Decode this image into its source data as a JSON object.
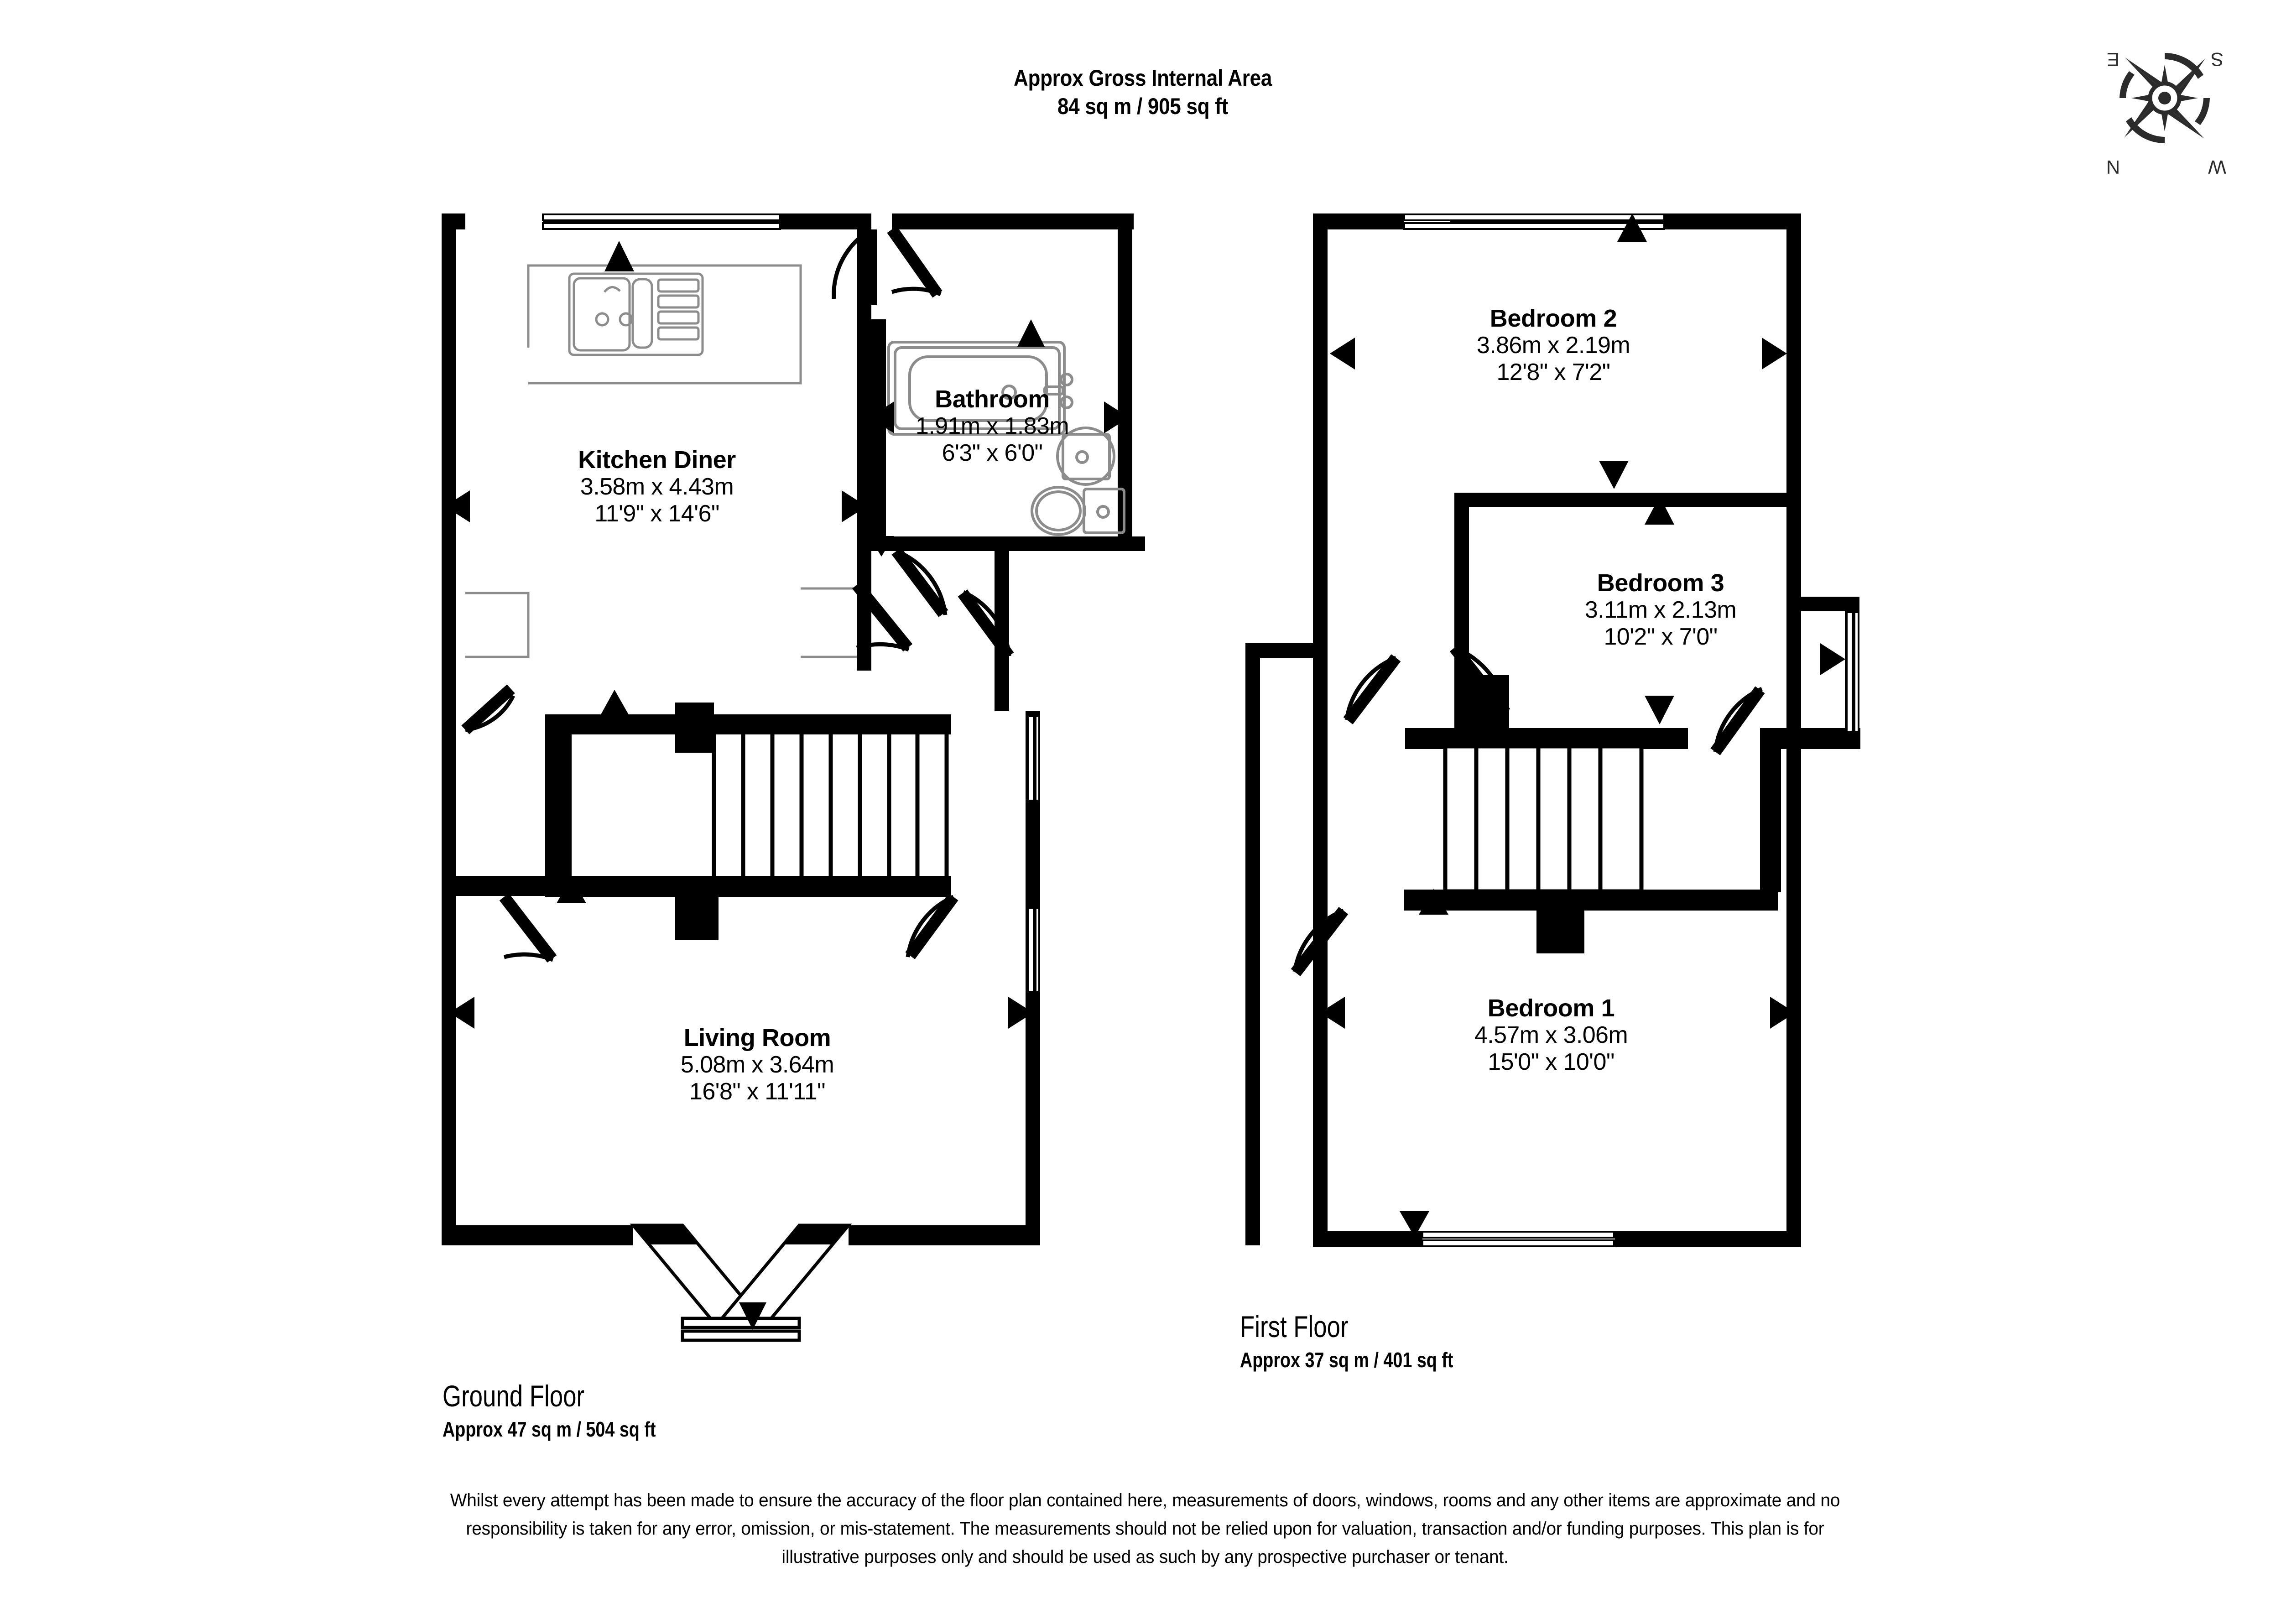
{
  "header": {
    "line1": "Approx Gross Internal Area",
    "line2": "84 sq m / 905 sq ft"
  },
  "compass": {
    "icon": "compass-rose-icon",
    "labels": {
      "top_left": "E",
      "top_right": "S",
      "bottom_left": "N",
      "bottom_right": "W"
    }
  },
  "floors": [
    {
      "id": "ground",
      "title": "Ground Floor",
      "area": "Approx 47 sq m / 504 sq ft",
      "rooms": [
        {
          "id": "kitchen-diner",
          "name": "Kitchen Diner",
          "dim_metric": "3.58m x 4.43m",
          "dim_imperial": "11'9\" x 14'6\""
        },
        {
          "id": "bathroom",
          "name": "Bathroom",
          "dim_metric": "1.91m x 1.83m",
          "dim_imperial": "6'3\" x 6'0\""
        },
        {
          "id": "living-room",
          "name": "Living Room",
          "dim_metric": "5.08m x 3.64m",
          "dim_imperial": "16'8\" x 11'11\""
        }
      ]
    },
    {
      "id": "first",
      "title": "First Floor",
      "area": "Approx 37 sq m / 401 sq ft",
      "rooms": [
        {
          "id": "bedroom-2",
          "name": "Bedroom 2",
          "dim_metric": "3.86m x 2.19m",
          "dim_imperial": "12'8\" x 7'2\""
        },
        {
          "id": "bedroom-3",
          "name": "Bedroom 3",
          "dim_metric": "3.11m x 2.13m",
          "dim_imperial": "10'2\" x 7'0\""
        },
        {
          "id": "bedroom-1",
          "name": "Bedroom 1",
          "dim_metric": "4.57m x 3.06m",
          "dim_imperial": "15'0\" x 10'0\""
        }
      ]
    }
  ],
  "disclaimer": "Whilst every attempt has been made to ensure the accuracy of the floor plan contained here, measurements of doors, windows, rooms and any other items are approximate and no responsibility is taken for any error, omission, or mis-statement. The measurements should not be relied upon for valuation, transaction and/or funding purposes. This plan is for illustrative purposes only and should be used as such by any prospective purchaser or tenant.",
  "colors": {
    "wall": "#000000",
    "fixture": "#8c8c8c",
    "background": "#ffffff"
  },
  "fixtures": [
    {
      "id": "kitchen-sink",
      "name": "sink-icon"
    },
    {
      "id": "kitchen-counter",
      "name": "counter-icon"
    },
    {
      "id": "bath",
      "name": "bathtub-icon"
    },
    {
      "id": "wash-basin",
      "name": "basin-icon"
    },
    {
      "id": "toilet",
      "name": "toilet-icon"
    },
    {
      "id": "stairs-ground",
      "name": "staircase-icon"
    },
    {
      "id": "stairs-first",
      "name": "staircase-icon"
    }
  ]
}
